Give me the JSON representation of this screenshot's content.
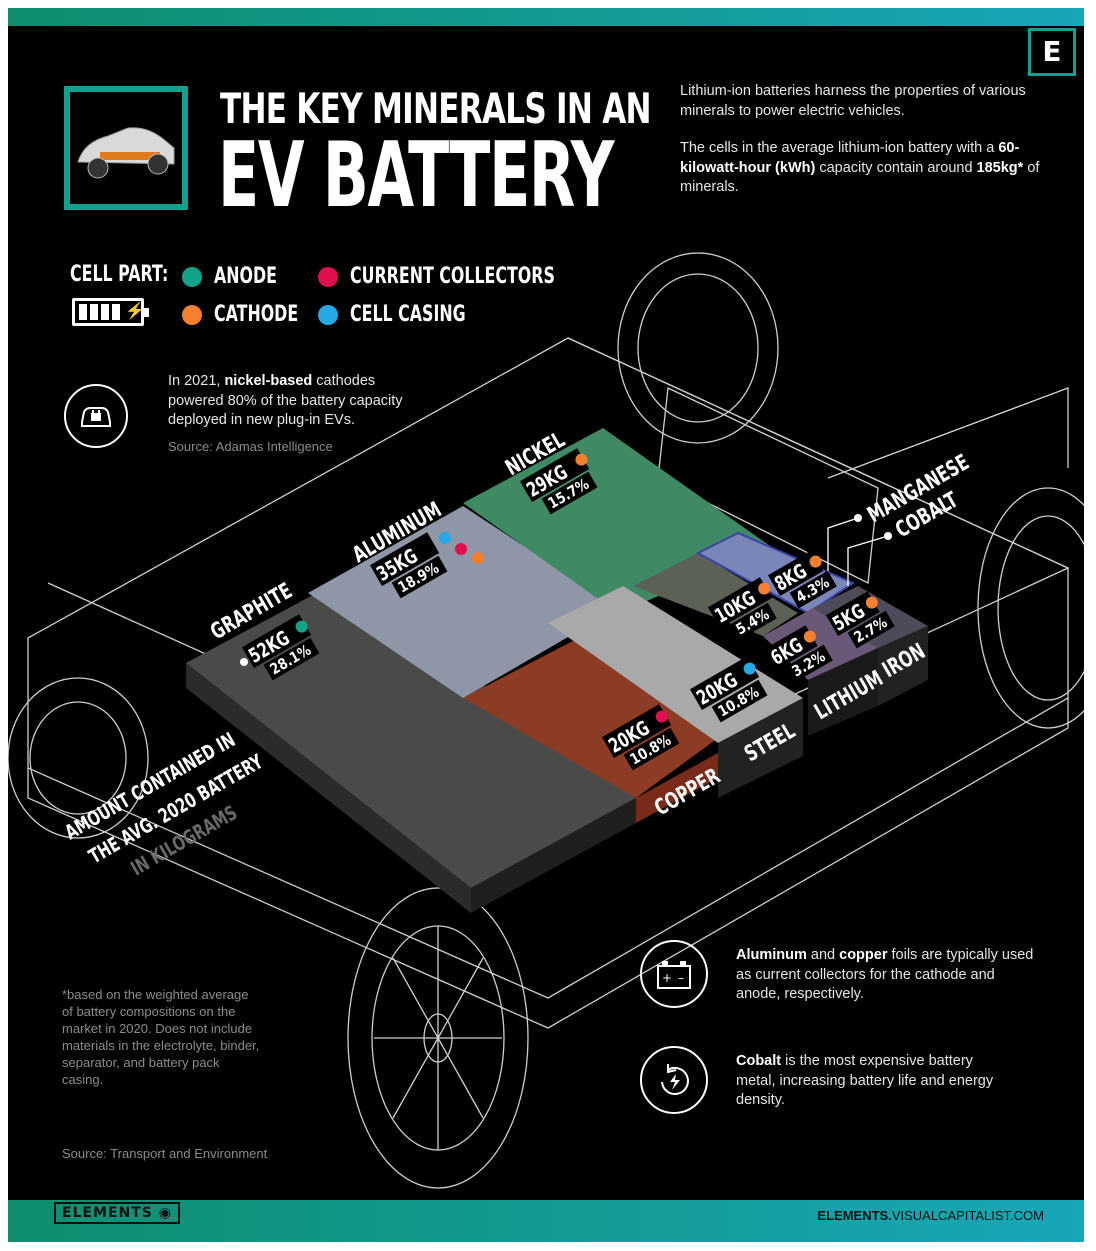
{
  "brand_logo": "E",
  "title": {
    "line1": "THE KEY MINERALS IN AN",
    "line2": "EV BATTERY"
  },
  "intro": {
    "p1": "Lithium-ion batteries harness the properties of various minerals to power electric vehicles.",
    "p2_a": "The cells in the average lithium-ion battery with a ",
    "p2_b": "60-kilowatt-hour (kWh)",
    "p2_c": " capacity contain around ",
    "p2_d": "185kg*",
    "p2_e": " of minerals."
  },
  "legend": {
    "label": "CELL PART:",
    "items": [
      {
        "label": "ANODE",
        "color": "#13a38a"
      },
      {
        "label": "CATHODE",
        "color": "#f37f2f"
      },
      {
        "label": "CURRENT COLLECTORS",
        "color": "#e0104f"
      },
      {
        "label": "CELL CASING",
        "color": "#25a8e6"
      }
    ]
  },
  "fact_nickel": {
    "a": "In 2021, ",
    "b": "nickel-based",
    "c": " cathodes powered 80% of the battery capacity deployed in new plug-in EVs.",
    "source": "Source: Adamas Intelligence"
  },
  "minerals": [
    {
      "name": "GRAPHITE",
      "amount": "52KG",
      "share": "28.1%",
      "color": "#4a4a48"
    },
    {
      "name": "ALUMINUM",
      "amount": "35KG",
      "share": "18.9%",
      "color": "#8e96a8"
    },
    {
      "name": "NICKEL",
      "amount": "29KG",
      "share": "15.7%",
      "color": "#3f8a63"
    },
    {
      "name": "COPPER",
      "amount": "20KG",
      "share": "10.8%",
      "color": "#8c3b25"
    },
    {
      "name": "STEEL",
      "amount": "20KG",
      "share": "10.8%",
      "color": "#a9a9a9"
    },
    {
      "name": "MANGANESE",
      "amount": "10KG",
      "share": "5.4%",
      "color": "#5c6157"
    },
    {
      "name": "COBALT",
      "amount": "8KG",
      "share": "4.3%",
      "color": "#7a86b8"
    },
    {
      "name": "LITHIUM",
      "amount": "6KG",
      "share": "3.2%",
      "color": "#6b5878"
    },
    {
      "name": "IRON",
      "amount": "5KG",
      "share": "2.7%",
      "color": "#4f4a5a"
    }
  ],
  "axis_note": {
    "line1": "AMOUNT CONTAINED IN",
    "line2": "THE AVG. 2020 BATTERY",
    "line3": "IN KILOGRAMS"
  },
  "footnote": "*based on the weighted average of battery compositions on the market in 2020. Does not include materials in the electrolyte, binder, separator, and battery pack casing.",
  "source": "Source:  Transport and Environment",
  "fact_foils": {
    "a": "Aluminum",
    "b": " and ",
    "c": "copper",
    "d": " foils are typically used as current collectors for the cathode and anode, respectively."
  },
  "fact_cobalt": {
    "a": "Cobalt",
    "b": " is the most expensive battery metal, increasing battery life and energy density."
  },
  "footer": {
    "brand": "ELEMENTS",
    "site_bold": "ELEMENTS.",
    "site_rest": "VISUALCAPITALIST.COM"
  },
  "colors": {
    "accent": "#12a18f",
    "background": "#000000"
  }
}
